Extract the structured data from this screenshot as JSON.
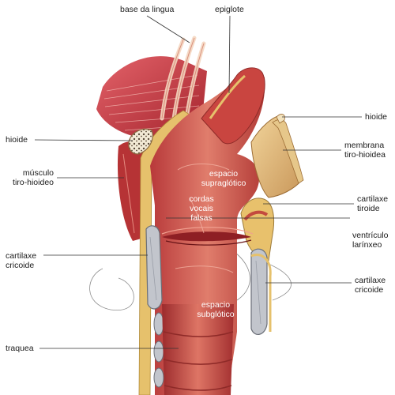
{
  "labels": {
    "base_lingua": "base da lingua",
    "epiglote": "epiglote",
    "hioide_left": "hioide",
    "hioide_right": "hioide",
    "musculo": [
      "músculo",
      "tiro-hioideo"
    ],
    "membrana": [
      "membrana",
      "tiro-hioidea"
    ],
    "espacio_supra": [
      "espacio",
      "supraglótico"
    ],
    "cordas": [
      "cordas",
      "vocais",
      "falsas"
    ],
    "cartilaxe_tiroide": [
      "cartilaxe",
      "tiroide"
    ],
    "ventriculo": [
      "ventrículo",
      "larínxeo"
    ],
    "cartilaxe_cricoide_left": [
      "cartilaxe",
      "cricoide"
    ],
    "cartilaxe_cricoide_right": [
      "cartilaxe",
      "cricoide"
    ],
    "espacio_sub": [
      "espacio",
      "subglótico"
    ],
    "traquea": "traquea"
  },
  "colors": {
    "muscle": "#c8323a",
    "muscle_dark": "#8e1f24",
    "mucosa": "#d9695e",
    "mucosa_light": "#e89382",
    "cartilage": "#b9bcc4",
    "cartilage_edge": "#6b6f78",
    "fat": "#e8c36a",
    "leader": "#333333"
  }
}
